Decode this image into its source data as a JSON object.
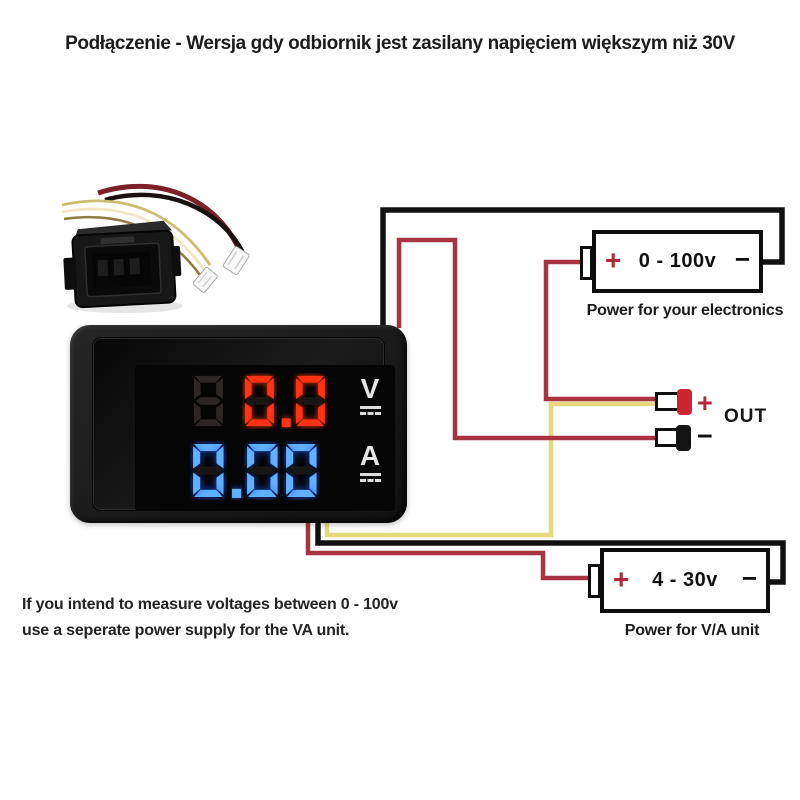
{
  "title": "Podłączenie - Wersja gdy odbiornik jest zasilany napięciem większym niż 30V",
  "meter": {
    "ghost_digit": "8",
    "volt_value": "0.0",
    "volt_unit": "V",
    "amp_value": "0.00",
    "amp_unit": "A"
  },
  "top_supply": {
    "plus": "+",
    "range": "0 - 100v",
    "minus": "−",
    "caption": "Power for your electronics"
  },
  "out": {
    "plus": "+",
    "minus": "−",
    "label": "OUT"
  },
  "bottom_supply": {
    "plus": "+",
    "range": "4 - 30v",
    "minus": "−",
    "caption": "Power for V/A unit"
  },
  "note": {
    "line1": "If you intend to measure voltages between 0 - 100v",
    "line2": "use a seperate power supply for the VA unit."
  },
  "colors": {
    "wire-red": "#a83341",
    "wire-yellow": "#e5d97c",
    "wire-black": "#101010",
    "digit-red": "#ff3214",
    "digit-blue": "#5fb0ff",
    "plus-red": "#b2293a"
  }
}
